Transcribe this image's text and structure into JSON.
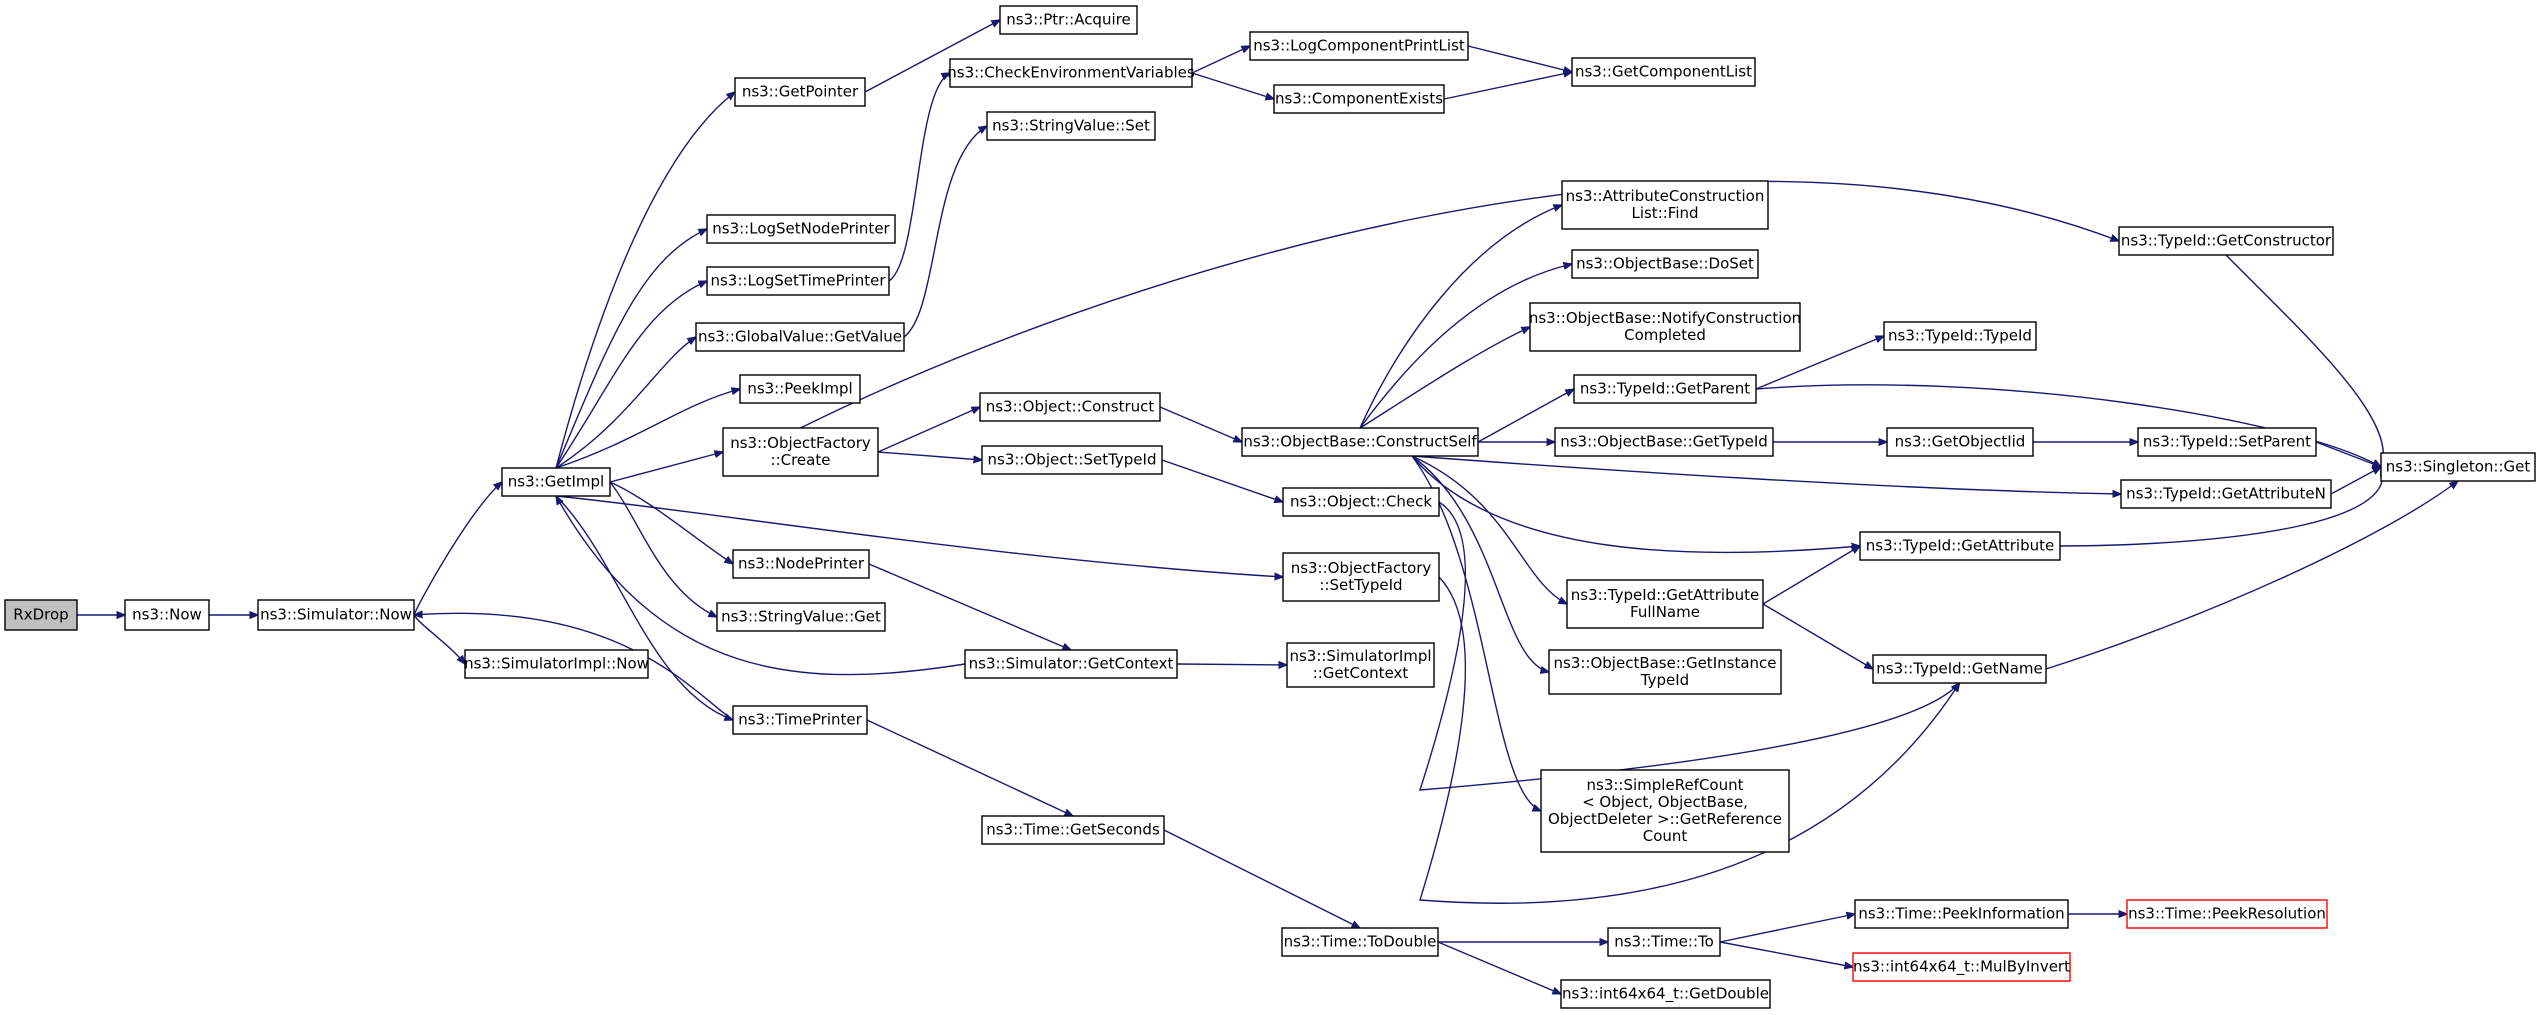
{
  "nodes": [
    {
      "id": "rxdrop",
      "lines": [
        "RxDrop"
      ],
      "root": true
    },
    {
      "id": "now",
      "lines": [
        "ns3::Now"
      ]
    },
    {
      "id": "simnow",
      "lines": [
        "ns3::Simulator::Now"
      ]
    },
    {
      "id": "simimplnow",
      "lines": [
        "ns3::SimulatorImpl::Now"
      ]
    },
    {
      "id": "getimpl",
      "lines": [
        "ns3::GetImpl"
      ]
    },
    {
      "id": "getpointer",
      "lines": [
        "ns3::GetPointer"
      ]
    },
    {
      "id": "ptracquire",
      "lines": [
        "ns3::Ptr::Acquire"
      ]
    },
    {
      "id": "logsetnodeprinter",
      "lines": [
        "ns3::LogSetNodePrinter"
      ]
    },
    {
      "id": "logsettimeprinter",
      "lines": [
        "ns3::LogSetTimePrinter"
      ]
    },
    {
      "id": "checkenv",
      "lines": [
        "ns3::CheckEnvironmentVariables"
      ]
    },
    {
      "id": "logcompprintlist",
      "lines": [
        "ns3::LogComponentPrintList"
      ]
    },
    {
      "id": "compexists",
      "lines": [
        "ns3::ComponentExists"
      ]
    },
    {
      "id": "getcomplist",
      "lines": [
        "ns3::GetComponentList"
      ]
    },
    {
      "id": "stringvalueset",
      "lines": [
        "ns3::StringValue::Set"
      ]
    },
    {
      "id": "globalvaluegetvalue",
      "lines": [
        "ns3::GlobalValue::GetValue"
      ]
    },
    {
      "id": "peekimpl",
      "lines": [
        "ns3::PeekImpl"
      ]
    },
    {
      "id": "objfactorycreate",
      "lines": [
        "ns3::ObjectFactory",
        "::Create"
      ]
    },
    {
      "id": "objconstruct",
      "lines": [
        "ns3::Object::Construct"
      ]
    },
    {
      "id": "objsettypeid",
      "lines": [
        "ns3::Object::SetTypeId"
      ]
    },
    {
      "id": "objbaseconstructself",
      "lines": [
        "ns3::ObjectBase::ConstructSelf"
      ]
    },
    {
      "id": "objcheck",
      "lines": [
        "ns3::Object::Check"
      ]
    },
    {
      "id": "objfactorysettypeid",
      "lines": [
        "ns3::ObjectFactory",
        "::SetTypeId"
      ]
    },
    {
      "id": "nodeprinter",
      "lines": [
        "ns3::NodePrinter"
      ]
    },
    {
      "id": "stringvalueget",
      "lines": [
        "ns3::StringValue::Get"
      ]
    },
    {
      "id": "simgetcontext",
      "lines": [
        "ns3::Simulator::GetContext"
      ]
    },
    {
      "id": "simimplgetcontext",
      "lines": [
        "ns3::SimulatorImpl",
        "::GetContext"
      ]
    },
    {
      "id": "timeprinter",
      "lines": [
        "ns3::TimePrinter"
      ]
    },
    {
      "id": "timegetseconds",
      "lines": [
        "ns3::Time::GetSeconds"
      ]
    },
    {
      "id": "timetodouble",
      "lines": [
        "ns3::Time::ToDouble"
      ]
    },
    {
      "id": "timeto",
      "lines": [
        "ns3::Time::To"
      ]
    },
    {
      "id": "int64getdouble",
      "lines": [
        "ns3::int64x64_t::GetDouble"
      ]
    },
    {
      "id": "timepeekinfo",
      "lines": [
        "ns3::Time::PeekInformation"
      ]
    },
    {
      "id": "timepeekres",
      "lines": [
        "ns3::Time::PeekResolution"
      ],
      "truncated": true
    },
    {
      "id": "int64mulbyinvert",
      "lines": [
        "ns3::int64x64_t::MulByInvert"
      ],
      "truncated": true
    },
    {
      "id": "attrconstructlistfind",
      "lines": [
        "ns3::AttributeConstruction",
        "List::Find"
      ]
    },
    {
      "id": "objbasedoset",
      "lines": [
        "ns3::ObjectBase::DoSet"
      ]
    },
    {
      "id": "objbasenotify",
      "lines": [
        "ns3::ObjectBase::NotifyConstruction",
        "Completed"
      ]
    },
    {
      "id": "typeidgetparent",
      "lines": [
        "ns3::TypeId::GetParent"
      ]
    },
    {
      "id": "typeidtypeid",
      "lines": [
        "ns3::TypeId::TypeId"
      ]
    },
    {
      "id": "objbasegettypeid",
      "lines": [
        "ns3::ObjectBase::GetTypeId"
      ]
    },
    {
      "id": "getobjectiid",
      "lines": [
        "ns3::GetObjectIid"
      ]
    },
    {
      "id": "typeidsetparent",
      "lines": [
        "ns3::TypeId::SetParent"
      ]
    },
    {
      "id": "typeidgetattributen",
      "lines": [
        "ns3::TypeId::GetAttributeN"
      ]
    },
    {
      "id": "typeidgetattribute",
      "lines": [
        "ns3::TypeId::GetAttribute"
      ]
    },
    {
      "id": "typeidgetattrfullname",
      "lines": [
        "ns3::TypeId::GetAttribute",
        "FullName"
      ]
    },
    {
      "id": "typeidgetname",
      "lines": [
        "ns3::TypeId::GetName"
      ]
    },
    {
      "id": "objbasegetinstancetypeid",
      "lines": [
        "ns3::ObjectBase::GetInstance",
        "TypeId"
      ]
    },
    {
      "id": "simplerefcount",
      "lines": [
        "ns3::SimpleRefCount",
        "< Object, ObjectBase,",
        " ObjectDeleter >::GetReference",
        "Count"
      ]
    },
    {
      "id": "typeidgetconstructor",
      "lines": [
        "ns3::TypeId::GetConstructor"
      ]
    },
    {
      "id": "singletonget",
      "lines": [
        "ns3::Singleton::Get"
      ]
    }
  ]
}
